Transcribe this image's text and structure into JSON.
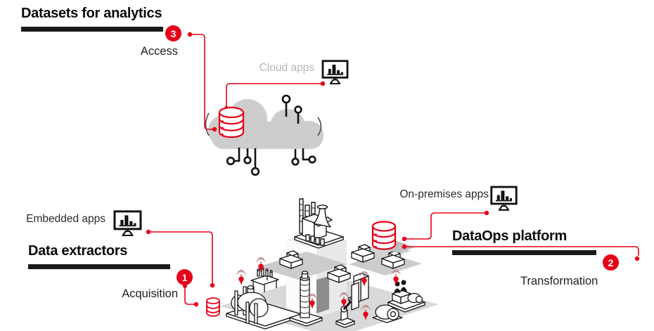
{
  "colors": {
    "accent_red": "#e60018",
    "bar_black": "#1a1a1a",
    "cloud_gray": "#cdcdcd",
    "muted_label_gray": "#b5b5b5"
  },
  "sections": {
    "datasets": {
      "title": "Datasets for analytics",
      "step_number": "3",
      "step_label": "Access"
    },
    "extractors": {
      "title": "Data extractors",
      "step_number": "1",
      "step_label": "Acquisition"
    },
    "dataops": {
      "title": "DataOps platform",
      "step_number": "2",
      "step_label": "Transformation"
    }
  },
  "labels": {
    "cloud_apps": "Cloud apps",
    "embedded_apps": "Embedded apps",
    "on_premises_apps": "On-premises apps"
  },
  "icons": {
    "monitor": "bar-chart-monitor-icon",
    "database": "database-cylinder-icon",
    "cloud": "cloud-icon",
    "sensor": "wireless-sensor-icon",
    "factory": "isometric-factory-illustration"
  }
}
